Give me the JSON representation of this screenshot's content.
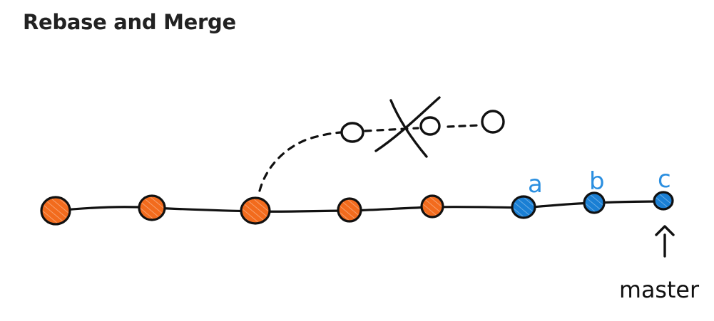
{
  "title": "Rebase and Merge",
  "commit_labels": {
    "a": "a",
    "b": "b",
    "c": "c"
  },
  "pointer_label": "master",
  "colors": {
    "original_commit": "#f26b1d",
    "rebased_commit": "#1a7fd4",
    "label_blue": "#2b8fe0",
    "ink": "#111111",
    "title": "#222222"
  },
  "icons": {
    "discarded_branch_mark": "x-cross-icon",
    "pointer": "arrow-up-icon"
  }
}
